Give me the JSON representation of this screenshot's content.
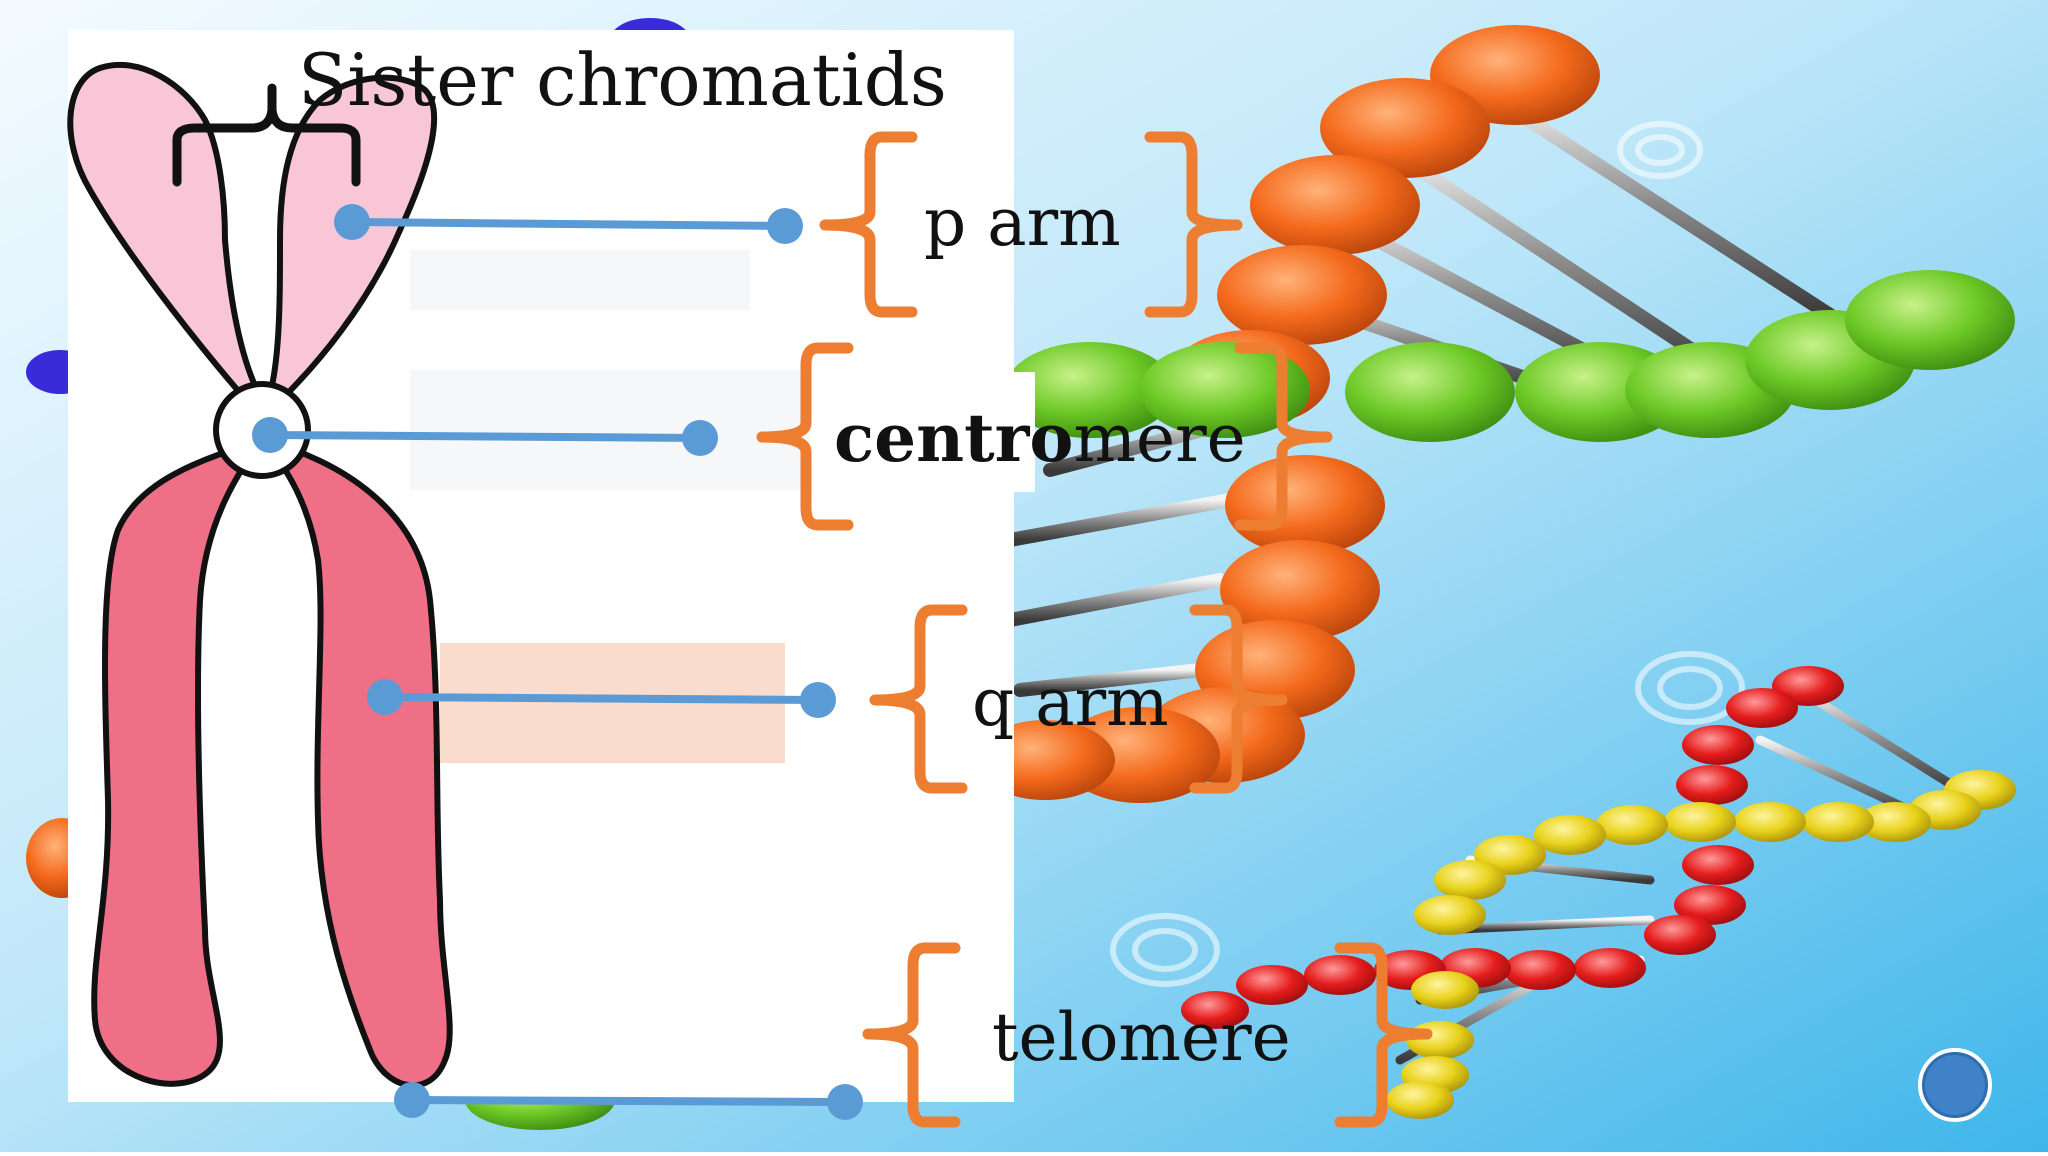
{
  "labels": {
    "sister_chromatids": "Sister chromatids",
    "p_arm": "p arm",
    "centromere_bold": "centro",
    "centromere_rest": "mere",
    "q_arm": "q arm",
    "telomere": "telomere"
  },
  "colors": {
    "background_sky": "#5cc3ee",
    "background_light": "#dff3fc",
    "panel": "#ffffff",
    "chromatid_p": "#f9c6d8",
    "chromatid_q": "#ef6f86",
    "outline": "#111111",
    "pointer_line": "#5b9bd5",
    "bracket": "#ed7d31",
    "dna_orange": "#f46a1c",
    "dna_green": "#6cc926",
    "dna_red": "#e51d1d",
    "dna_yellow": "#e8d21b"
  },
  "icons": [
    "nav-circle-icon"
  ]
}
